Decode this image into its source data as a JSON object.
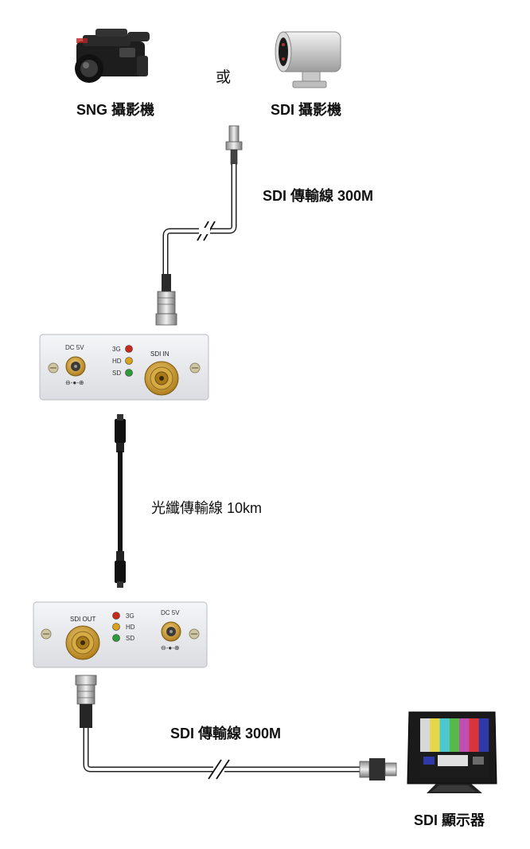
{
  "sources": {
    "sng_label": "SNG 攝影機",
    "or_label": "或",
    "sdi_camera_label": "SDI 攝影機"
  },
  "cables": {
    "sdi_in_cable": "SDI 傳輸線 300M",
    "fiber_cable": "光纖傳輸線 10km",
    "sdi_out_cable": "SDI 傳輸線 300M"
  },
  "transmitter": {
    "power_label": "DC 5V",
    "port_label": "SDI IN",
    "leds": [
      {
        "label": "3G",
        "color": "#c8281e"
      },
      {
        "label": "HD",
        "color": "#d9a21a"
      },
      {
        "label": "SD",
        "color": "#2f9a3a"
      }
    ]
  },
  "receiver": {
    "power_label": "DC 5V",
    "port_label": "SDI OUT",
    "leds": [
      {
        "label": "3G",
        "color": "#c8281e"
      },
      {
        "label": "HD",
        "color": "#d9a21a"
      },
      {
        "label": "SD",
        "color": "#2f9a3a"
      }
    ]
  },
  "display": {
    "label": "SDI 顯示器",
    "color_bars": [
      "#d8d8d8",
      "#e6d64a",
      "#4cc9d0",
      "#57b94a",
      "#c04fb4",
      "#d8343a",
      "#2f3aa8"
    ]
  },
  "colors": {
    "gold": "#c9992a",
    "device_panel": "#e9eaee",
    "cable": "#222222"
  }
}
